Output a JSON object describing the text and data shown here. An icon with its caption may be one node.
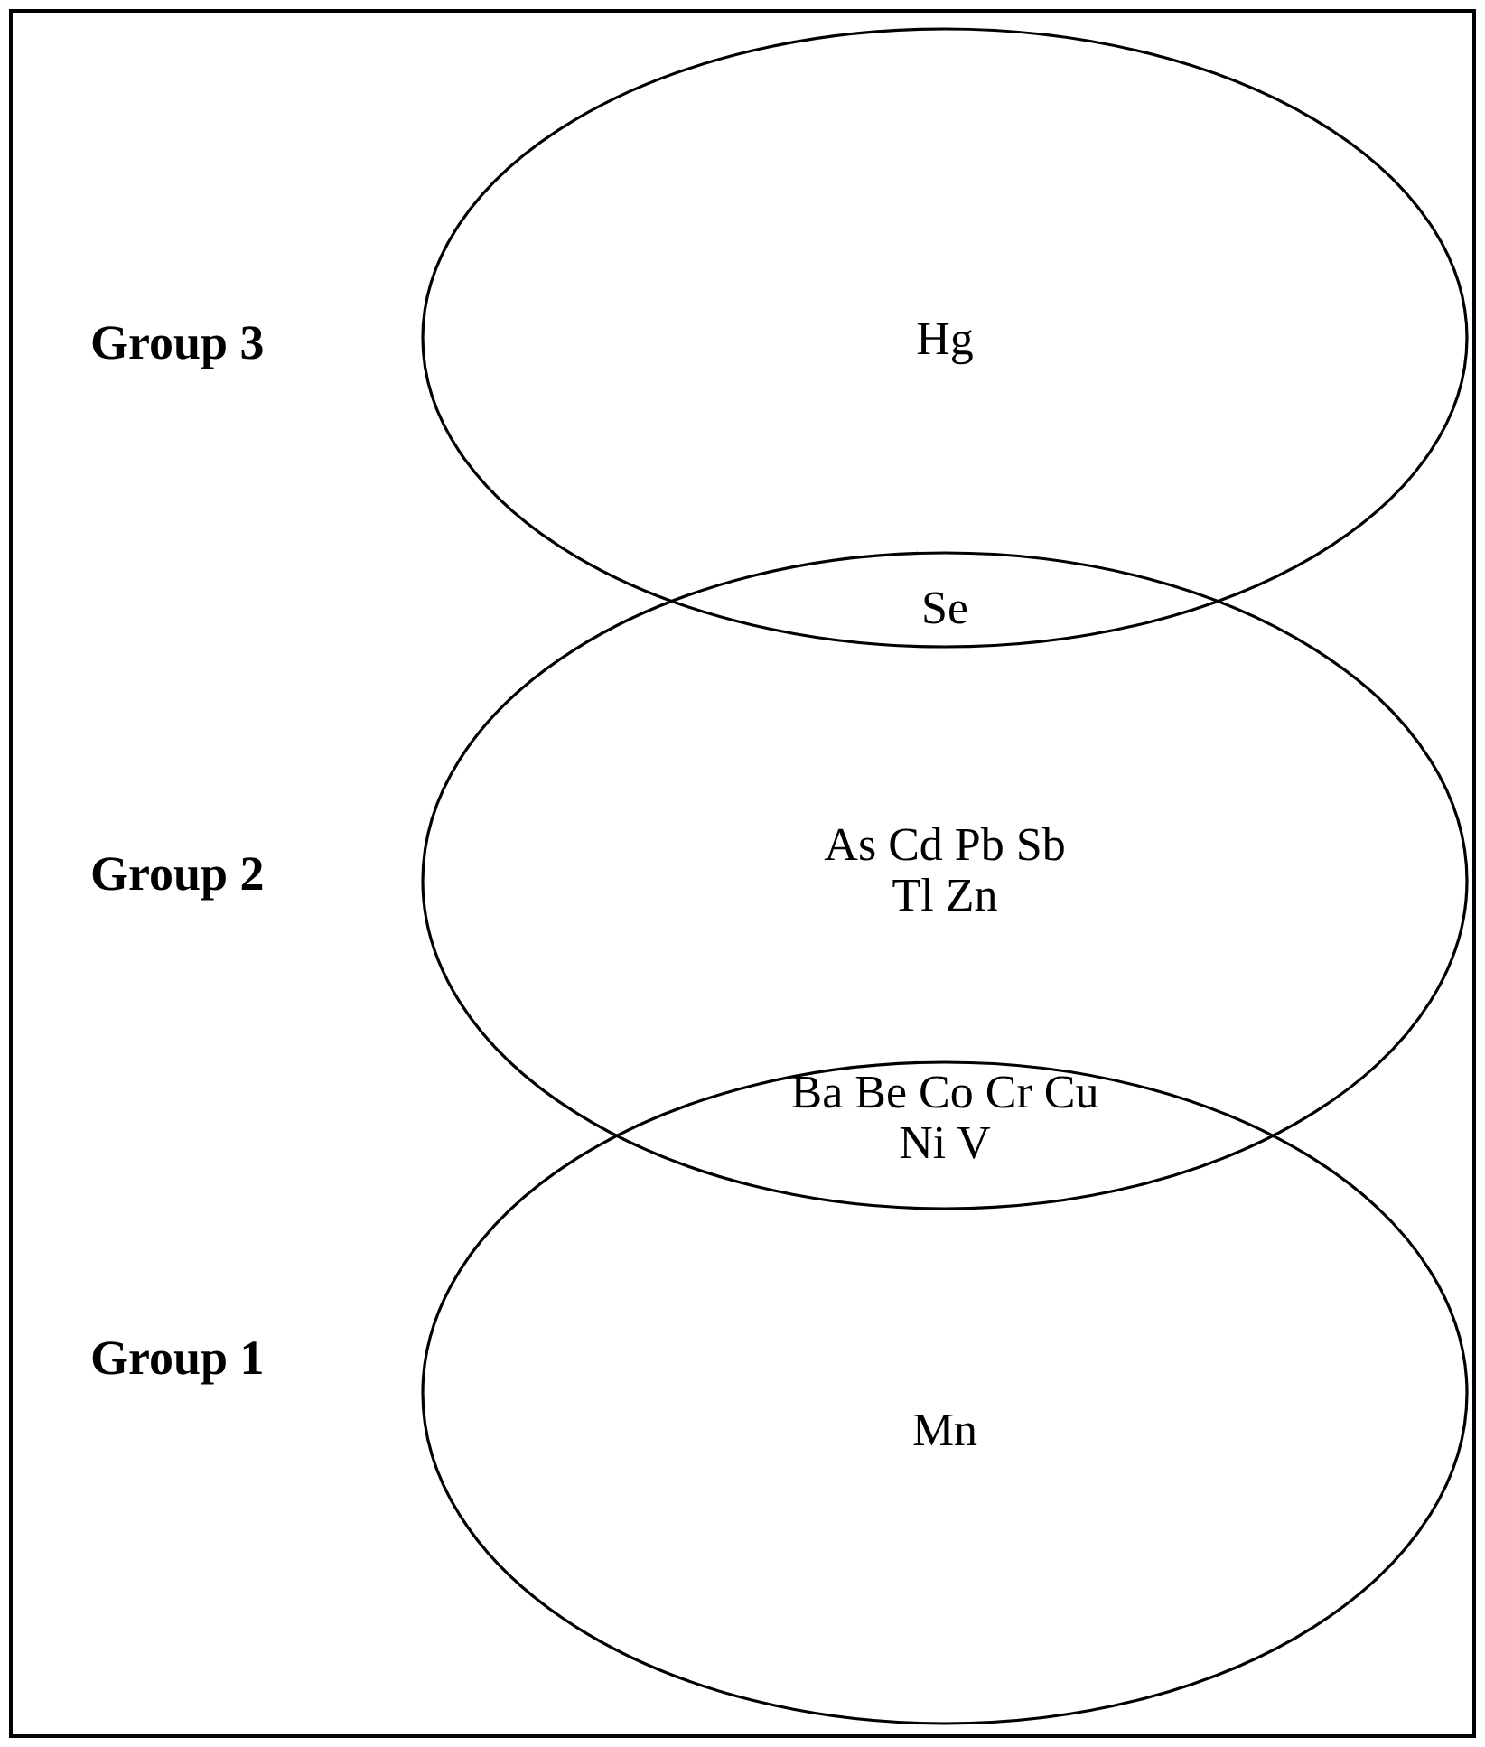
{
  "diagram": {
    "nodes": [
      {
        "text": [
          "Hg"
        ],
        "beside": [
          "Group 3"
        ]
      },
      {
        "text": [
          "As Cd Pb Sb Tl Zn"
        ],
        "beside": [
          "Group 2"
        ]
      },
      {
        "text": [
          "Mn"
        ],
        "beside": [
          "Group 1"
        ]
      }
    ],
    "edges": [],
    "labels": [
      "Se",
      "Ba Be Co Cr Cu Ni V"
    ]
  }
}
